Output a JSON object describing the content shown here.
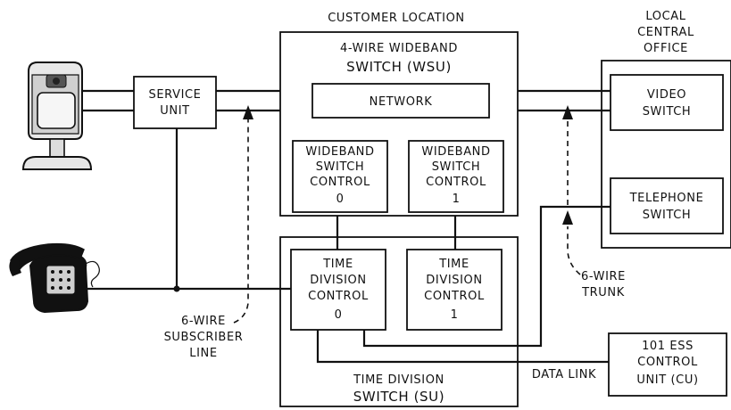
{
  "diagram": {
    "labels": {
      "customer_location": "CUSTOMER LOCATION",
      "central_office": [
        "LOCAL",
        "CENTRAL",
        "OFFICE"
      ],
      "wsu_title": [
        "4-WIRE WIDEBAND",
        "SWITCH (WSU)"
      ],
      "network": "NETWORK",
      "service_unit": [
        "SERVICE",
        "UNIT"
      ],
      "wsc0": [
        "WIDEBAND",
        "SWITCH",
        "CONTROL",
        "0"
      ],
      "wsc1": [
        "WIDEBAND",
        "SWITCH",
        "CONTROL",
        "1"
      ],
      "tdc0": [
        "TIME",
        "DIVISION",
        "CONTROL",
        "0"
      ],
      "tdc1": [
        "TIME",
        "DIVISION",
        "CONTROL",
        "1"
      ],
      "su_title": [
        "TIME DIVISION",
        "SWITCH (SU)"
      ],
      "video_switch": [
        "VIDEO",
        "SWITCH"
      ],
      "telephone_switch": [
        "TELEPHONE",
        "SWITCH"
      ],
      "trunk": [
        "6-WIRE",
        "TRUNK"
      ],
      "subscriber_line": [
        "6-WIRE",
        "SUBSCRIBER",
        "LINE"
      ],
      "data_link": "DATA LINK",
      "ess_cu": [
        "101 ESS",
        "CONTROL",
        "UNIT (CU)"
      ]
    },
    "icons": [
      "videophone-terminal-icon",
      "telephone-set-icon"
    ]
  }
}
